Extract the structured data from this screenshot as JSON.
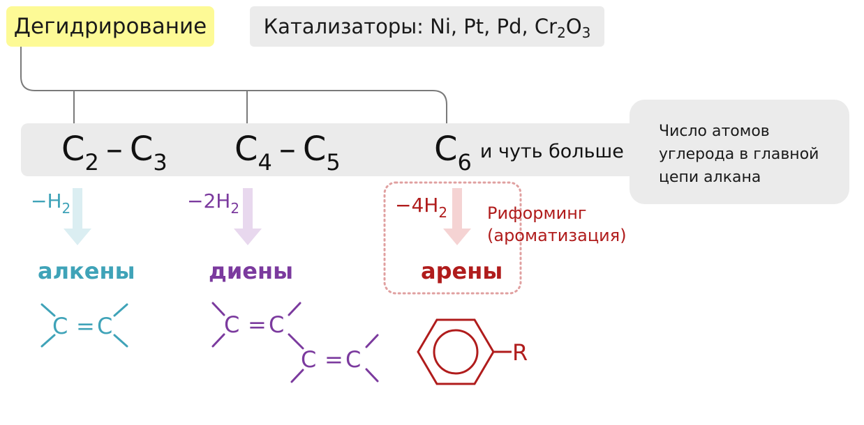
{
  "title": "Дегидрирование",
  "catalysts": {
    "prefix": "Катализаторы: Ni, Pt, Pd, Cr",
    "sub1": "2",
    "mid": "O",
    "sub2": "3"
  },
  "note": "Число атомов углерода в главной цепи алкана",
  "groups": [
    {
      "c_first": "C",
      "n_first": "2",
      "c_second": "C",
      "n_second": "3",
      "h2_coef": "−H",
      "h2_sub": "2",
      "product": "алкены",
      "color": "#3fa3b8",
      "arrow_color": "#dbeef2"
    },
    {
      "c_first": "C",
      "n_first": "4",
      "c_second": "C",
      "n_second": "5",
      "h2_coef": "−2H",
      "h2_sub": "2",
      "product": "диены",
      "color": "#7b3a9e",
      "arrow_color": "#e8d8ee"
    },
    {
      "c_first": "C",
      "n_first": "6",
      "tail": "и чуть больше",
      "h2_coef": "−4H",
      "h2_sub": "2",
      "product": "арены",
      "reforming": "Риформинг",
      "reforming_note": "(ароматизация)",
      "color": "#b01c1c",
      "arrow_color": "#f5d3d3"
    }
  ],
  "structures": {
    "carbon": "C",
    "double_bond": "=",
    "substituent": "R"
  }
}
